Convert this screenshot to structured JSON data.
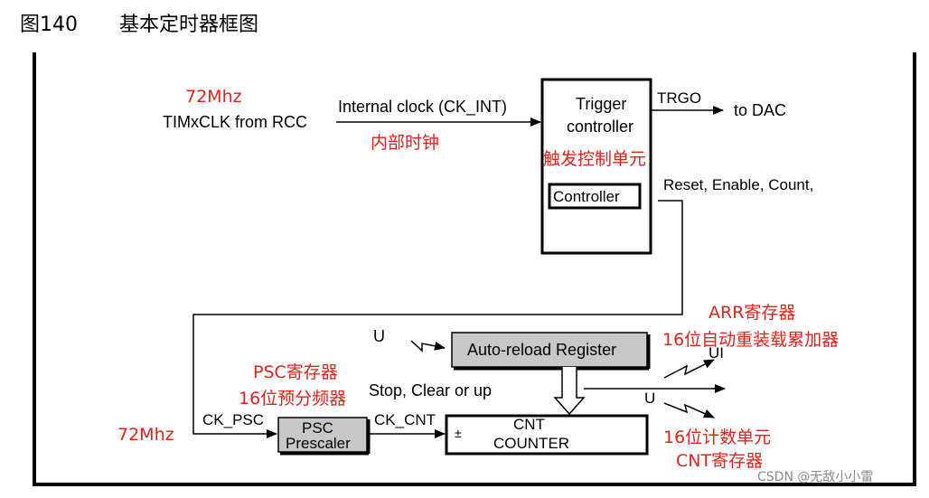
{
  "caption": {
    "figure_no": "图140",
    "title": "基本定时器框图"
  },
  "inputs": {
    "source_label": "TIMxCLK from RCC",
    "source_freq": "72Mhz",
    "internal_clock": "Internal clock (CK_INT)",
    "internal_clock_cn": "内部时钟"
  },
  "trigger_controller": {
    "title_line1": "Trigger",
    "title_line2": "controller",
    "cn": "触发控制单元",
    "inner_label": "Controller",
    "output": "TRGO",
    "to": "to DAC",
    "signals": "Reset, Enable, Count,"
  },
  "auto_reload": {
    "label": "Auto-reload Register",
    "cn_line1": "ARR寄存器",
    "cn_line2": "16位自动重装载累加器",
    "u_in": "U",
    "ui_out": "UI",
    "u_out": "U"
  },
  "psc": {
    "line1": "PSC",
    "line2": "Prescaler",
    "cn_line1": "PSC寄存器",
    "cn_line2": "16位预分频器",
    "ck_psc": "CK_PSC",
    "freq": "72Mhz",
    "ck_cnt": "CK_CNT",
    "stop_clear": "Stop, Clear or up"
  },
  "counter": {
    "line1": "CNT",
    "line2": "COUNTER",
    "pm": "±",
    "cn_line1": "16位计数单元",
    "cn_line2": "CNT寄存器"
  },
  "watermark": "CSDN @无敌小小雷"
}
